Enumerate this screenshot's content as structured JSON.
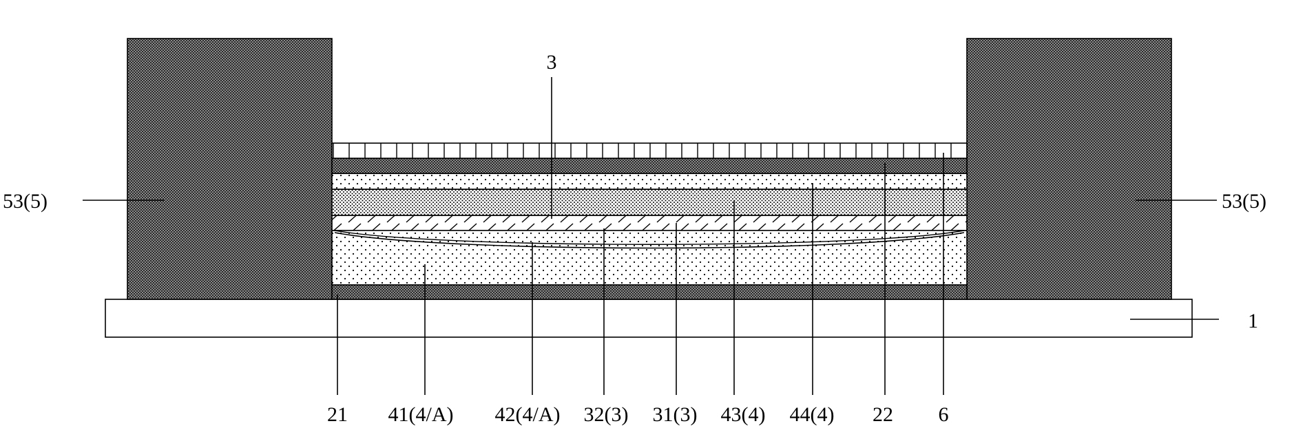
{
  "diagram": {
    "top_label": "3",
    "left_label": "53(5)",
    "right_label": "53(5)",
    "substrate_label": "1",
    "bottom_labels": [
      "21",
      "41(4/A)",
      "42(4/A)",
      "32(3)",
      "31(3)",
      "43(4)",
      "44(4)",
      "22",
      "6"
    ]
  }
}
